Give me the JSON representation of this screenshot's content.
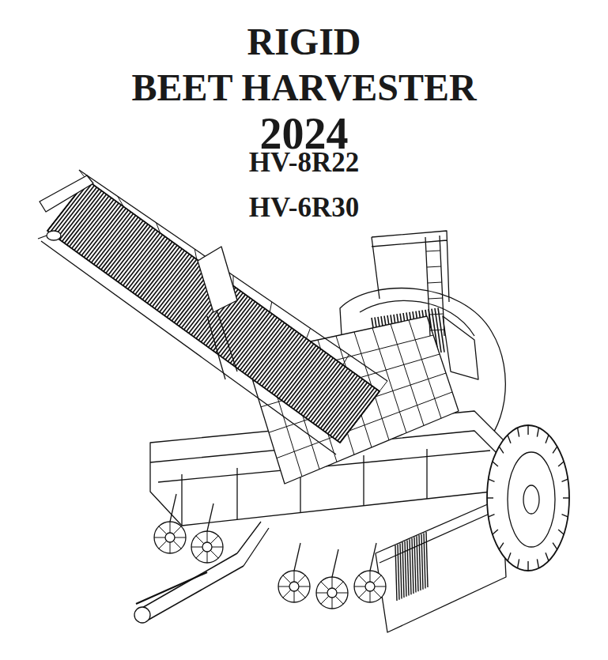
{
  "diagram": {
    "title": "RIGID BEET HARVESTER 2024",
    "labels": [
      "HV-8R22",
      "HV-6R30"
    ]
  }
}
